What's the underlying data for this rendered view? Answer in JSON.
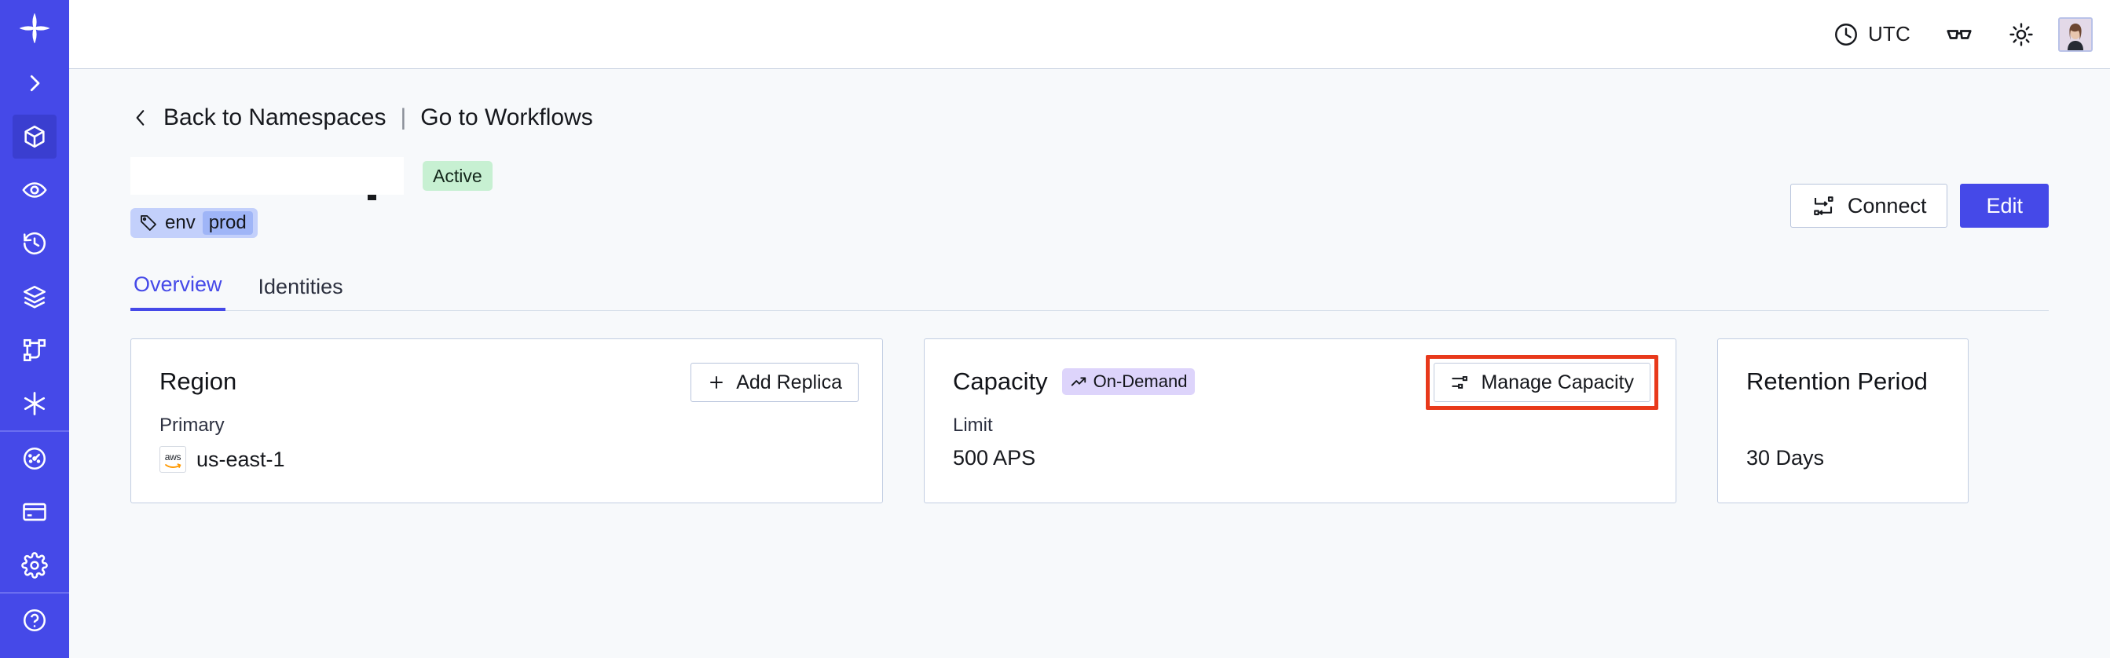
{
  "sidebar": {
    "items": [
      {
        "name": "logo",
        "icon": "temporal-logo-icon",
        "label": ""
      },
      {
        "name": "expand",
        "icon": "chevron-right-icon",
        "label": ""
      },
      {
        "name": "namespaces",
        "icon": "cube-icon",
        "label": "",
        "active": true
      },
      {
        "name": "observability",
        "icon": "eye-icon",
        "label": ""
      },
      {
        "name": "history",
        "icon": "clock-rewind-icon",
        "label": ""
      },
      {
        "name": "layers",
        "icon": "layers-icon",
        "label": ""
      },
      {
        "name": "workflows",
        "icon": "workflow-graph-icon",
        "label": ""
      },
      {
        "name": "nexus",
        "icon": "asterisk-icon",
        "label": ""
      },
      {
        "name": "usage",
        "icon": "gauge-icon",
        "label": ""
      },
      {
        "name": "billing",
        "icon": "credit-card-icon",
        "label": ""
      },
      {
        "name": "settings",
        "icon": "gear-icon",
        "label": ""
      },
      {
        "name": "support",
        "icon": "help-circle-icon",
        "label": ""
      }
    ]
  },
  "topbar": {
    "timezone_label": "UTC",
    "clock_icon": "clock-icon",
    "glasses_icon": "glasses-icon",
    "theme_icon": "sun-icon",
    "avatar_icon": "user-avatar"
  },
  "breadcrumb": {
    "back_icon": "chevron-left-icon",
    "back_label": "Back to Namespaces",
    "separator": "|",
    "link_label": "Go to Workflows"
  },
  "header": {
    "namespace_name": "",
    "status_badge": "Active",
    "tag": {
      "icon": "tag-icon",
      "key": "env",
      "value": "prod"
    },
    "connect_label": "Connect",
    "connect_icon": "connect-icon",
    "edit_label": "Edit"
  },
  "tabs": [
    {
      "label": "Overview",
      "selected": true
    },
    {
      "label": "Identities",
      "selected": false
    }
  ],
  "cards": {
    "region": {
      "title": "Region",
      "action_label": "Add Replica",
      "action_icon": "plus-icon",
      "sub_label": "Primary",
      "provider_icon": "aws-icon",
      "provider_text": "aws",
      "value": "us-east-1"
    },
    "capacity": {
      "title": "Capacity",
      "pill_label": "On-Demand",
      "pill_icon": "trending-up-icon",
      "action_label": "Manage Capacity",
      "action_icon": "sliders-icon",
      "sub_label": "Limit",
      "value": "500 APS",
      "highlighted": true
    },
    "retention": {
      "title": "Retention Period",
      "value": "30 Days"
    }
  },
  "colors": {
    "brand": "#4549e8",
    "page_bg": "#f7f9fb",
    "card_border": "#c2cee2",
    "badge_active_bg": "#c7f0d2",
    "tag_bg": "#c3d0fb",
    "tag_value_bg": "#9fb5f7",
    "pill_bg": "#ddd4fb",
    "highlight_outline": "#e8391b"
  }
}
